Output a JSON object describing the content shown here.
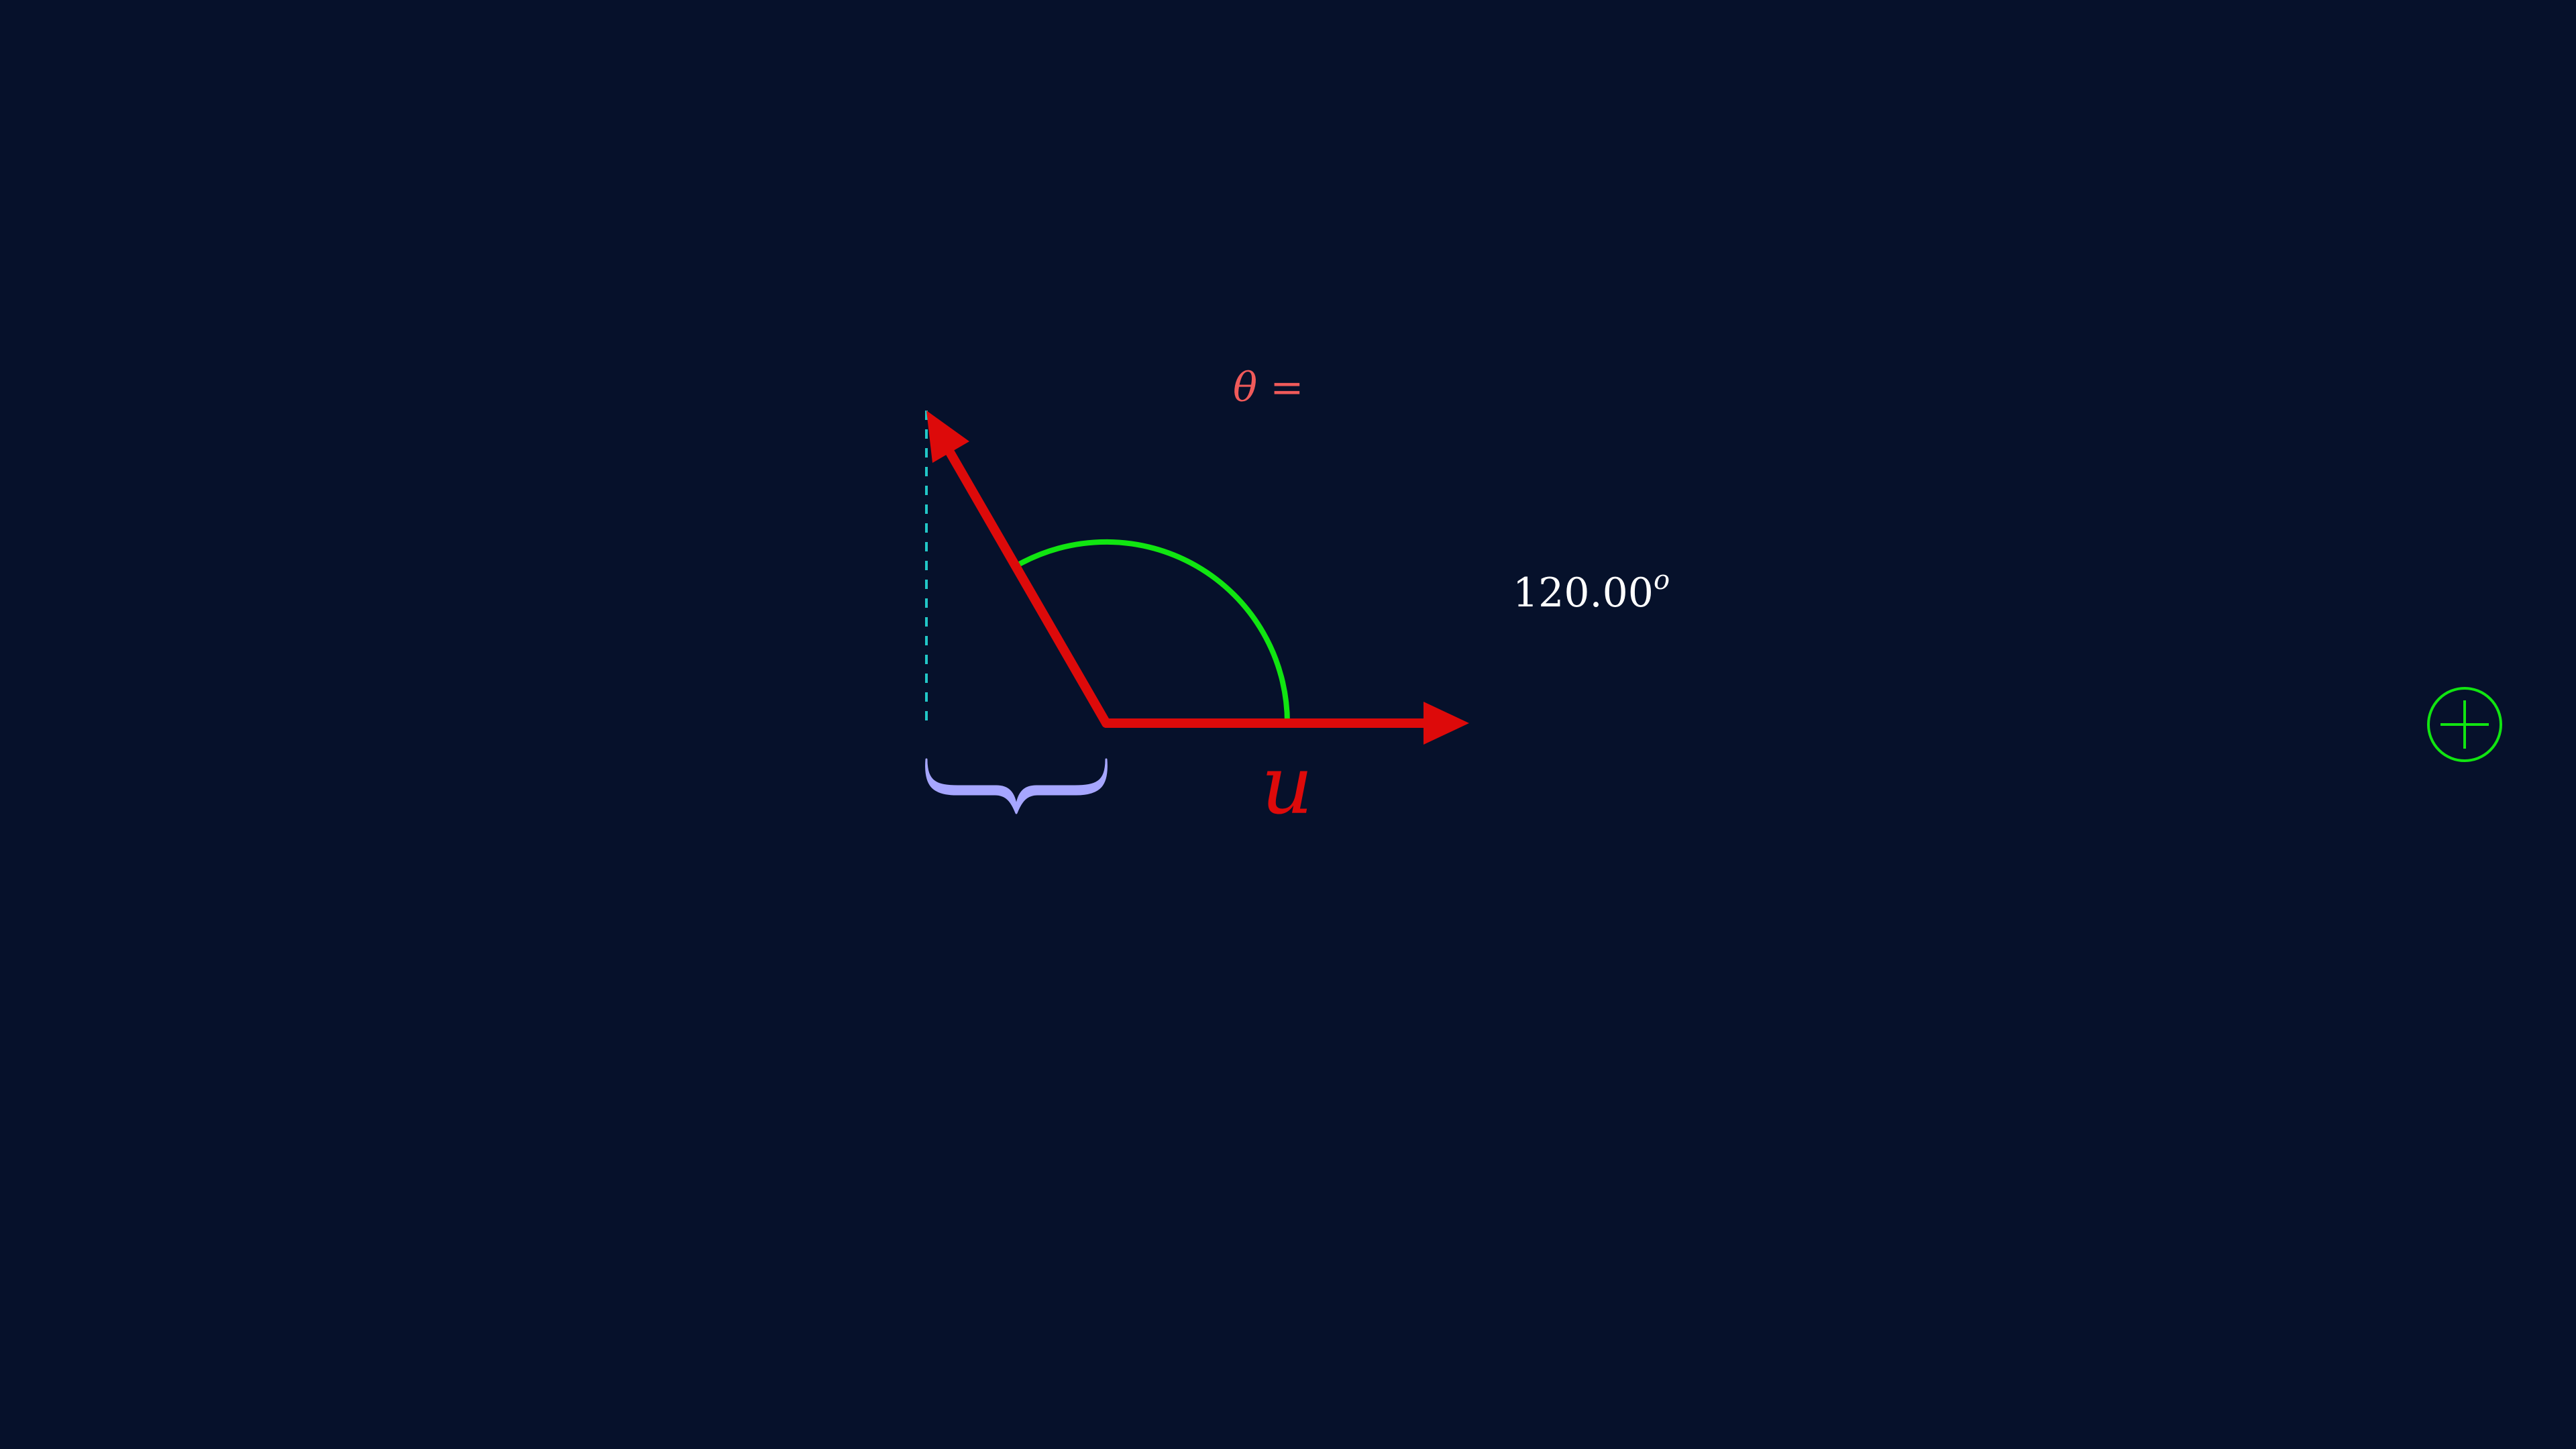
{
  "diagram": {
    "theta_label": "θ =",
    "angle_readout": "120.00",
    "angle_unit": "o",
    "vector_label": "u",
    "angle_degrees": 120,
    "colors": {
      "background": "#06112b",
      "vector": "#dd0a0a",
      "arc": "#11e511",
      "projection_line": "#22c7c7",
      "brace": "#a6a6ff",
      "theta_text": "#f05a5a",
      "readout_text": "#ffffff",
      "add_button": "#11e511"
    }
  },
  "controls": {
    "add_icon": "plus-circle-icon"
  }
}
